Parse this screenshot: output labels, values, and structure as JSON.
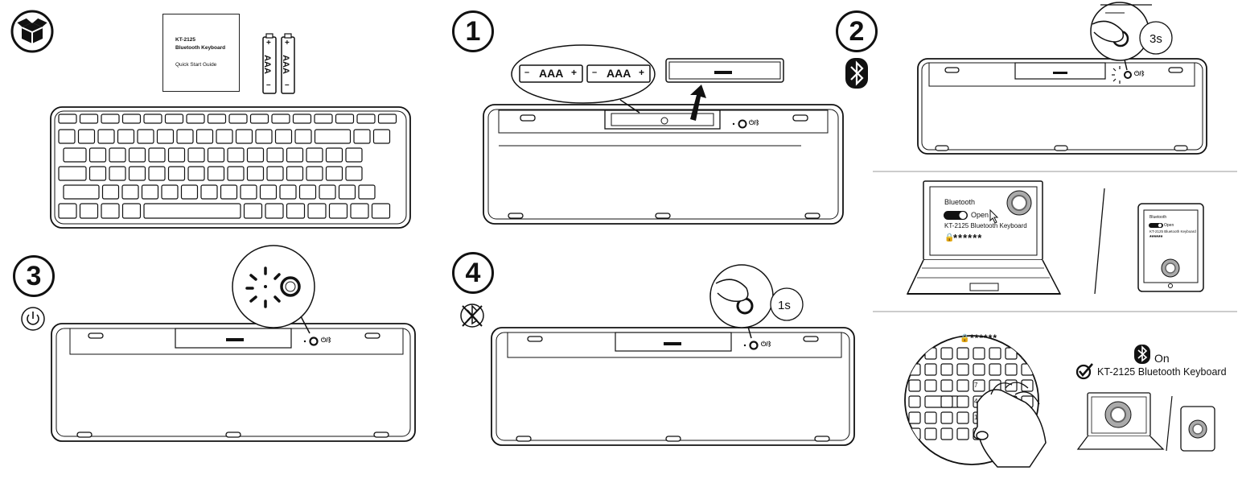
{
  "steps": [
    "1",
    "2",
    "3",
    "4"
  ],
  "manual": {
    "model": "KT-2125",
    "product": "Bluetooth Keyboard",
    "guide": "Quick Start Guide"
  },
  "batteries": {
    "label": "AAA",
    "plus": "+",
    "minus": "–"
  },
  "timers": {
    "pair_hold": "3s",
    "press": "1s"
  },
  "laptop_screen": {
    "section": "Bluetooth",
    "toggle_label": "Open",
    "device": "KT-2125 Bluetooth Keyboard",
    "pin": "******"
  },
  "tablet_screen": {
    "section": "Bluetooth",
    "toggle_label": "Open",
    "device": "KT-2125 Bluetooth Keyboard",
    "pin": "******"
  },
  "pin_entry": {
    "pin": "******",
    "numpad": [
      "7",
      "4",
      "1"
    ]
  },
  "result": {
    "state": "On",
    "device": "KT-2125 Bluetooth Keyboard"
  },
  "power_switch_label": "⏻/ᛒ",
  "colors": {
    "line": "#111111",
    "device_fill": "#aaaaaa"
  }
}
